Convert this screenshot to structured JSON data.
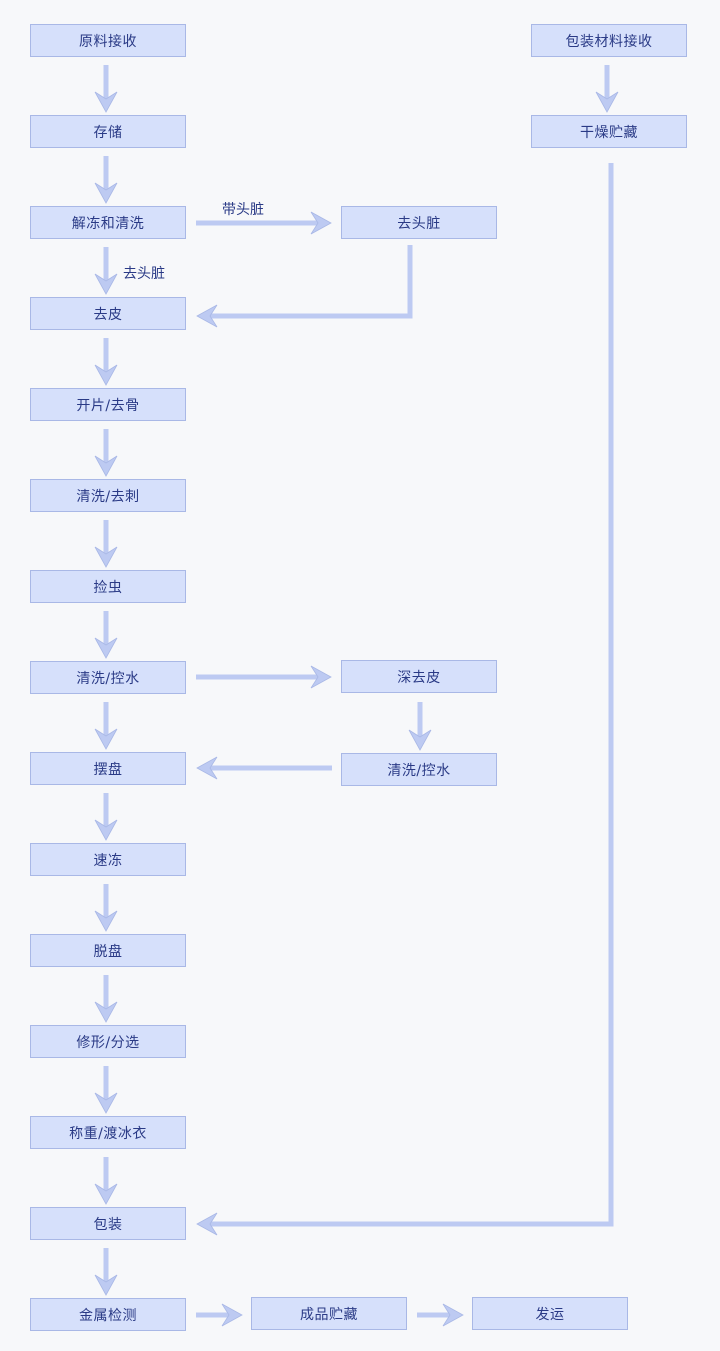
{
  "steps": {
    "raw_receive": "原料接收",
    "storage": "存储",
    "thaw_wash": "解冻和清洗",
    "peel": "去皮",
    "fillet_debone": "开片/去骨",
    "wash_despine": "清洗/去刺",
    "pick_parasite": "捡虫",
    "wash_drain": "清洗/控水",
    "tray": "摆盘",
    "quick_freeze": "速冻",
    "detray": "脱盘",
    "trim_sort": "修形/分选",
    "weigh_glaze": "称重/渡冰衣",
    "pack": "包装",
    "metal_detect": "金属检测",
    "finished_storage": "成品贮藏",
    "ship": "发运"
  },
  "side_steps": {
    "pack_material_receive": "包装材料接收",
    "dry_storage": "干燥贮藏",
    "head_gut_removal": "去头脏",
    "deep_peel": "深去皮",
    "wash_drain_2": "清洗/控水"
  },
  "edge_labels": {
    "with_head_gut": "带头脏",
    "head_gut_removed": "去头脏"
  },
  "colors": {
    "box_fill": "#d6e0fb",
    "box_border": "#a9b8e6",
    "arrow": "#bdcaf2",
    "text": "#2a3a86"
  }
}
